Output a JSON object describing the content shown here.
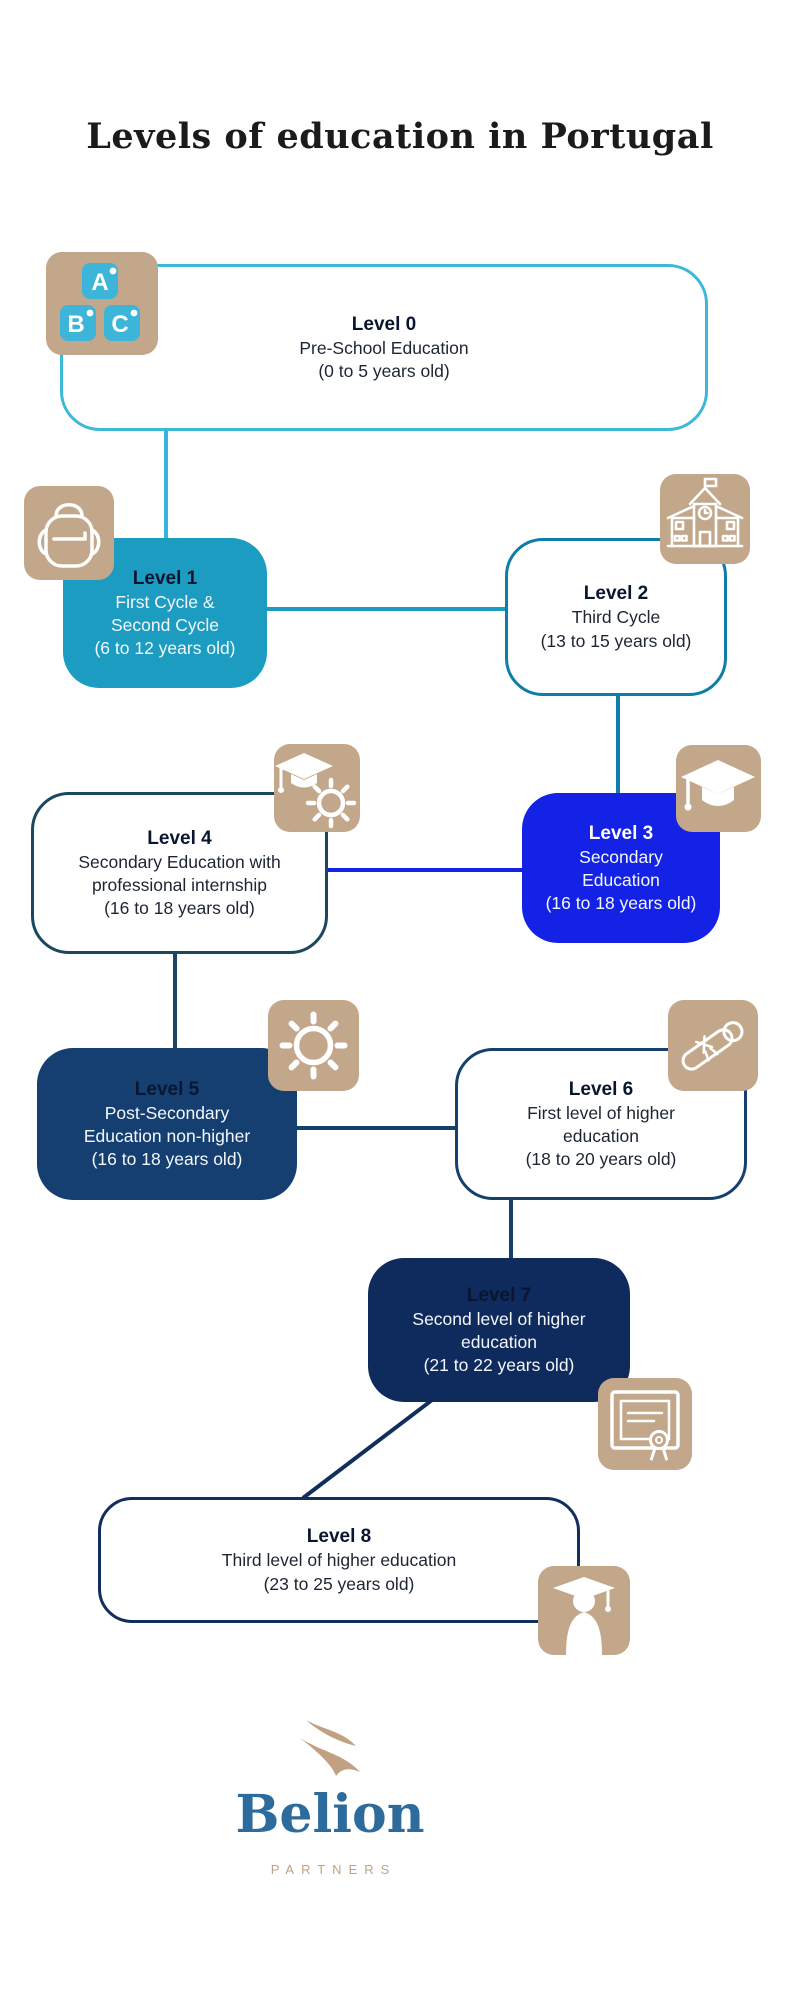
{
  "title": "Levels of education in Portugal",
  "levels": [
    {
      "label": "Level 0",
      "desc1": "Pre-School Education",
      "age": "(0 to 5 years old)",
      "icon": "abc-blocks-icon"
    },
    {
      "label": "Level 1",
      "desc1": "First Cycle &",
      "desc2": "Second Cycle",
      "age": "(6 to 12 years old)",
      "icon": "backpack-icon"
    },
    {
      "label": "Level 2",
      "desc1": "Third Cycle",
      "age": "(13 to 15 years old)",
      "icon": "school-icon"
    },
    {
      "label": "Level 3",
      "desc1": "Secondary",
      "desc2": "Education",
      "age": "(16 to 18 years old)",
      "icon": "graduation-cap-icon"
    },
    {
      "label": "Level 4",
      "desc1": "Secondary Education with",
      "desc2": "professional internship",
      "age": "(16 to 18 years old)",
      "icon": "cap-and-gear-icon"
    },
    {
      "label": "Level 5",
      "desc1": "Post-Secondary",
      "desc2": "Education non-higher",
      "age": "(16 to 18 years old)",
      "icon": "gear-icon"
    },
    {
      "label": "Level 6",
      "desc1": "First level of higher",
      "desc2": "education",
      "age": "(18 to 20 years old)",
      "icon": "diploma-icon"
    },
    {
      "label": "Level 7",
      "desc1": "Second level of higher",
      "desc2": "education",
      "age": "(21 to 22 years old)",
      "icon": "certificate-icon"
    },
    {
      "label": "Level 8",
      "desc1": "Third level of higher education",
      "age": "(23 to 25 years old)",
      "icon": "graduate-icon"
    }
  ],
  "logo": {
    "brand": "Belion",
    "subtitle": "PARTNERS"
  },
  "colors": {
    "cyan_border": "#3cb8da",
    "teal_fill": "#1b9cc0",
    "teal_dark_border": "#0f7da8",
    "royal_blue_fill": "#1322e4",
    "navy_mid_fill": "#153e71",
    "navy_slate_border": "#1b4760",
    "navy_border": "#15406e",
    "navy_dark_fill": "#0f2a5c",
    "navy_deep_border": "#122e5c",
    "icon_tan": "#c3a78b",
    "logo_tan": "#c2a183",
    "logo_blue": "#2d6b9d",
    "heading_text": "#0a1630",
    "title_text": "#1b1b1b"
  }
}
